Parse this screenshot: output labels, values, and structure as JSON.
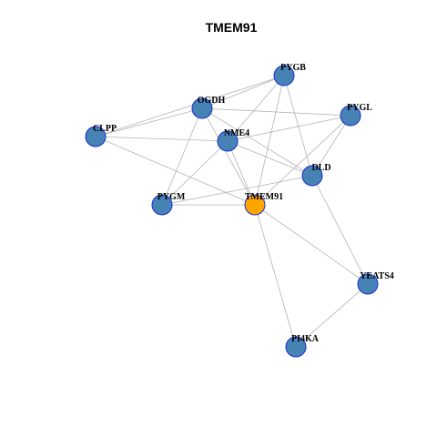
{
  "title": "TMEM91",
  "colors": {
    "default_node": "#4682B4",
    "focus_node": "#FFA500",
    "node_border": "#1A2ED1",
    "edge": "#B3B3B3"
  },
  "nodes": [
    {
      "id": "PYGB",
      "label": "PYGB",
      "focus": false
    },
    {
      "id": "OGDH",
      "label": "OGDH",
      "focus": false
    },
    {
      "id": "PYGL",
      "label": "PYGL",
      "focus": false
    },
    {
      "id": "CLPP",
      "label": "CLPP",
      "focus": false
    },
    {
      "id": "NME4",
      "label": "NME4",
      "focus": false
    },
    {
      "id": "DLD",
      "label": "DLD",
      "focus": false
    },
    {
      "id": "PYGM",
      "label": "PYGM",
      "focus": false
    },
    {
      "id": "TMEM91",
      "label": "TMEM91",
      "focus": true
    },
    {
      "id": "YEATS4",
      "label": "YEATS4",
      "focus": false
    },
    {
      "id": "PI4KA",
      "label": "PI4KA",
      "focus": false
    }
  ],
  "edges": [
    [
      "OGDH",
      "PYGB"
    ],
    [
      "OGDH",
      "PYGL"
    ],
    [
      "OGDH",
      "CLPP"
    ],
    [
      "OGDH",
      "PYGM"
    ],
    [
      "OGDH",
      "DLD"
    ],
    [
      "OGDH",
      "TMEM91"
    ],
    [
      "CLPP",
      "PYGB"
    ],
    [
      "CLPP",
      "NME4"
    ],
    [
      "CLPP",
      "TMEM91"
    ],
    [
      "PYGB",
      "NME4"
    ],
    [
      "PYGB",
      "TMEM91"
    ],
    [
      "PYGB",
      "DLD"
    ],
    [
      "NME4",
      "PYGL"
    ],
    [
      "NME4",
      "DLD"
    ],
    [
      "NME4",
      "PYGM"
    ],
    [
      "NME4",
      "TMEM91"
    ],
    [
      "PYGL",
      "TMEM91"
    ],
    [
      "PYGL",
      "DLD"
    ],
    [
      "PYGM",
      "DLD"
    ],
    [
      "PYGM",
      "TMEM91"
    ],
    [
      "DLD",
      "YEATS4"
    ],
    [
      "TMEM91",
      "YEATS4"
    ],
    [
      "TMEM91",
      "PI4KA"
    ],
    [
      "YEATS4",
      "PI4KA"
    ]
  ]
}
